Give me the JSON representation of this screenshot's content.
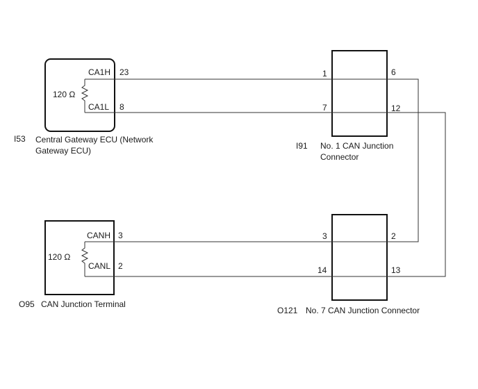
{
  "ecu": {
    "id": "I53",
    "name_line1": "Central Gateway ECU (Network",
    "name_line2": "Gateway ECU)",
    "resistor": "120 Ω",
    "pin_high_label": "CA1H",
    "pin_high_num": "23",
    "pin_low_label": "CA1L",
    "pin_low_num": "8"
  },
  "junction1": {
    "id": "I91",
    "name_line1": "No. 1 CAN Junction",
    "name_line2": "Connector",
    "pins": {
      "left_top": "1",
      "left_bottom": "7",
      "right_top": "6",
      "right_bottom": "12"
    }
  },
  "terminal": {
    "id": "O95",
    "name": "CAN Junction Terminal",
    "resistor": "120 Ω",
    "pin_high_label": "CANH",
    "pin_high_num": "3",
    "pin_low_label": "CANL",
    "pin_low_num": "2"
  },
  "junction7": {
    "id": "O121",
    "name": "No. 7 CAN Junction Connector",
    "pins": {
      "left_top": "3",
      "left_bottom": "14",
      "right_top": "2",
      "right_bottom": "13"
    }
  }
}
